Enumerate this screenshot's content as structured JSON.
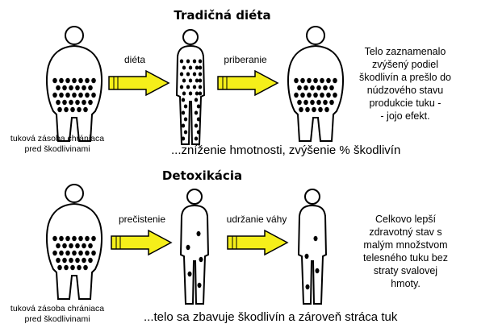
{
  "sections": [
    {
      "title": "Tradičná diéta",
      "arrow1_label": "diéta",
      "arrow2_label": "priberanie",
      "figure_caption_lines": [
        "tuková zásoba chrániaca",
        "pred škodlivinami"
      ],
      "note_lines": [
        "Telo zaznamenalo",
        "zvýšený podiel",
        "škodlivín a prešlo do",
        "núdzového stavu",
        "produkcie tuku -",
        "- jojo efekt."
      ],
      "summary": "...zníženie hmotnosti, zvýšenie % škodlivín"
    },
    {
      "title": "Detoxikácia",
      "arrow1_label": "prečistenie",
      "arrow2_label": "udržanie váhy",
      "figure_caption_lines": [
        "tuková zásoba chrániaca",
        "pred škodlivinami"
      ],
      "note_lines": [
        "Celkovo lepší",
        "zdravotný stav s",
        "malým množstvom",
        "telesného tuku bez",
        "straty svalovej",
        "hmoty."
      ],
      "summary": "...telo sa zbavuje škodlivín a zároveň stráca tuk"
    }
  ],
  "colors": {
    "arrow_fill": "#f5ef1a",
    "arrow_stroke": "#000000",
    "outline": "#000000",
    "dot": "#000000"
  },
  "icons": [
    "fat-figure-icon",
    "thin-figure-icon",
    "right-arrow-icon"
  ]
}
